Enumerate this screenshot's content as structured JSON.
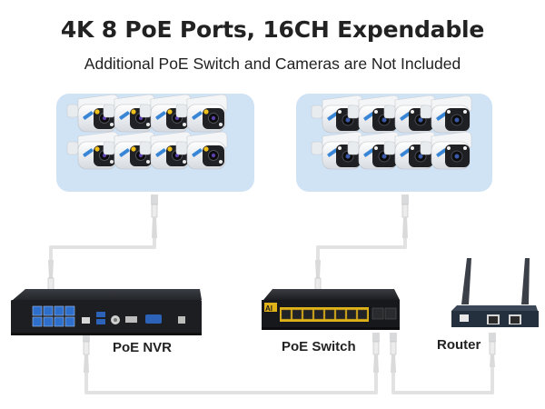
{
  "header": {
    "title": "4K 8 PoE Ports, 16CH Expendable",
    "subtitle": "Additional PoE Switch and Cameras are Not Included"
  },
  "devices": {
    "nvr_label": "PoE NVR",
    "switch_label": "PoE Switch",
    "router_label": "Router"
  },
  "camera_groups": {
    "white_count": 8,
    "black_count": 8
  },
  "colors": {
    "panel": "#cfe3f5",
    "cable": "#e3e3e3",
    "port_blue": "#2e6fcb",
    "switch_yellow": "#e0b21a"
  }
}
